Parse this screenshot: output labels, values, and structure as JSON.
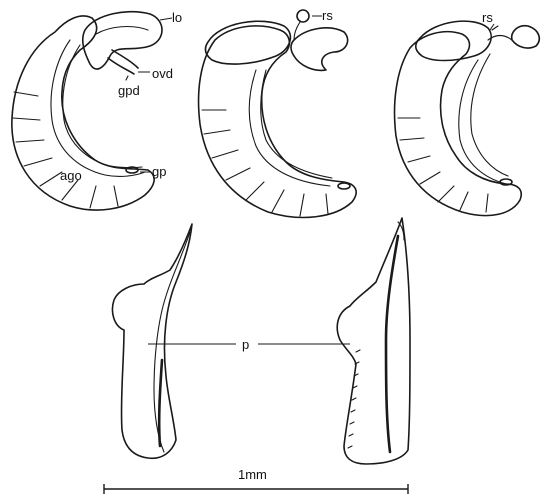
{
  "labels": {
    "lo": "lo",
    "ovd": "ovd",
    "gpd": "gpd",
    "ago": "ago",
    "gp": "gp",
    "rs": "rs",
    "p": "p"
  },
  "scale_bar": {
    "label": "1mm"
  }
}
